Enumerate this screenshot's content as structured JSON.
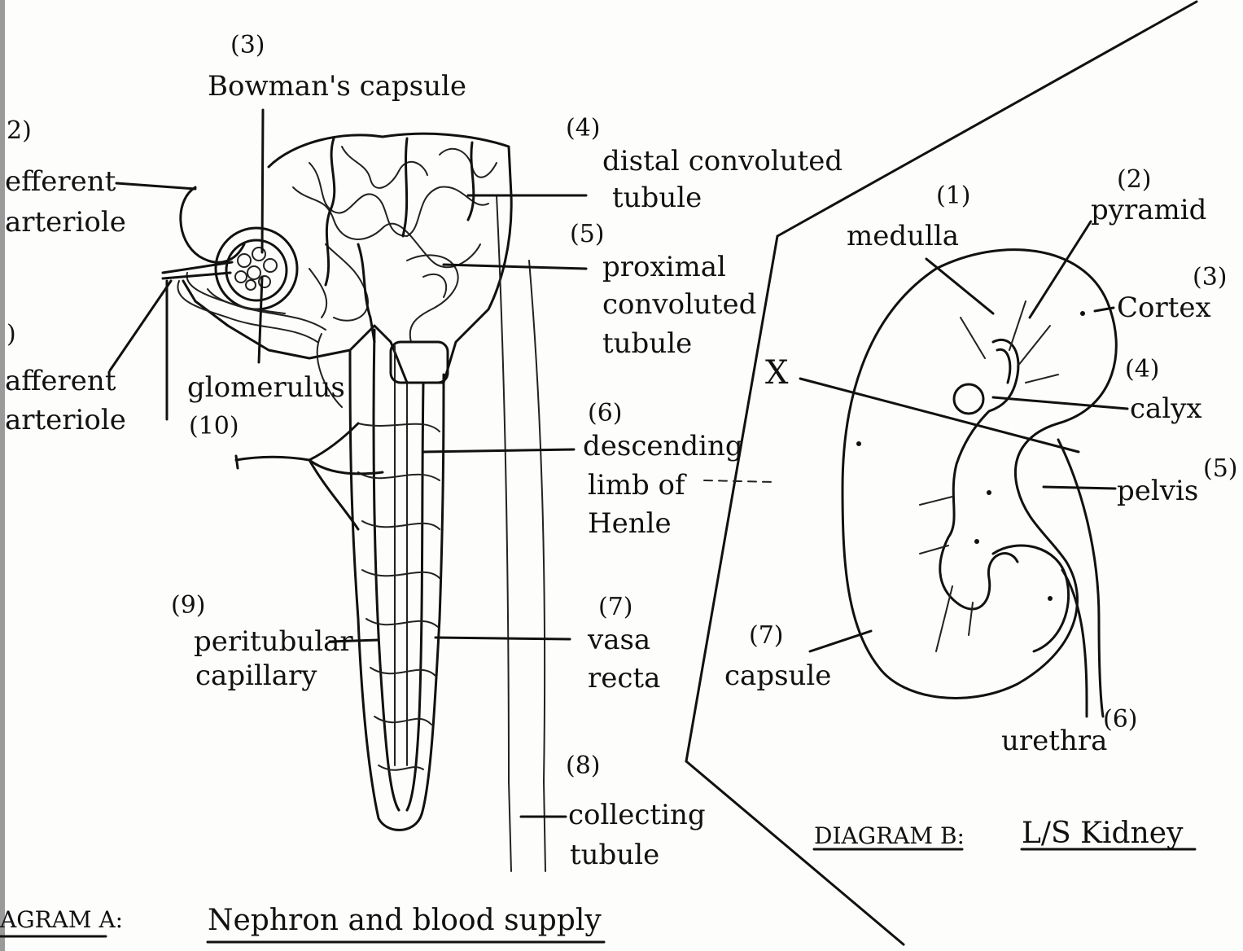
{
  "diagram_a": {
    "title_prefix": "AGRAM A:",
    "title": "Nephron and blood supply",
    "labels": {
      "n3": "(3)",
      "bowmans_capsule": "Bowman's capsule",
      "n2": "2)",
      "efferent_1": "efferent",
      "efferent_2": "arteriole",
      "n1": ")",
      "afferent_1": "afferent",
      "afferent_2": "arteriole",
      "glomerulus": "glomerulus",
      "n10": "(10)",
      "n4": "(4)",
      "distal_1": "distal convoluted",
      "distal_2": "tubule",
      "n5": "(5)",
      "proximal_1": "proximal",
      "proximal_2": "convoluted",
      "proximal_3": "tubule",
      "n6": "(6)",
      "descending_1": "descending",
      "descending_2": "limb of",
      "descending_3": "Henle",
      "n9": "(9)",
      "peritubular_1": "peritubular",
      "peritubular_2": "capillary",
      "n7": "(7)",
      "vasa_1": "vasa",
      "vasa_2": "recta",
      "n8": "(8)",
      "collecting_1": "collecting",
      "collecting_2": "tubule"
    }
  },
  "diagram_b": {
    "title_prefix": "DIAGRAM B:",
    "title": "L/S Kidney",
    "labels": {
      "n1": "(1)",
      "medulla": "medulla",
      "n2": "(2)",
      "pyramid": "pyramid",
      "n3": "(3)",
      "cortex": "Cortex",
      "n4": "(4)",
      "calyx": "calyx",
      "x": "X",
      "n5": "(5)",
      "pelvis": "pelvis",
      "n7": "(7)",
      "capsule": "capsule",
      "n6": "(6)",
      "urethra": "urethra"
    }
  },
  "colors": {
    "ink": "#111111",
    "paper": "#fdfdfb"
  }
}
